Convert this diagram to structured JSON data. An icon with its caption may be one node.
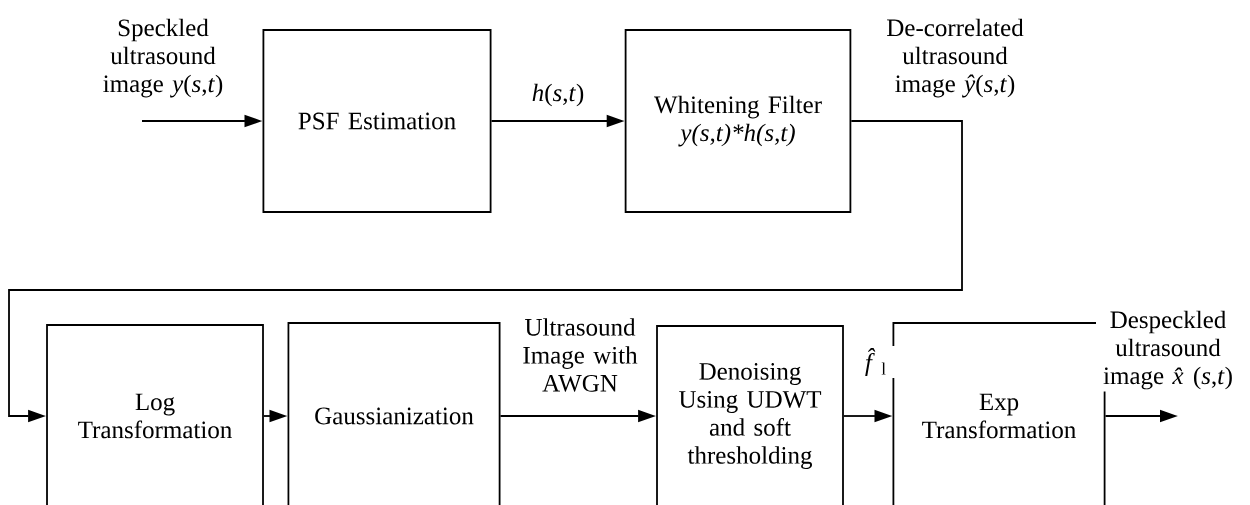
{
  "diagram": {
    "nodes": [
      {
        "text": [
          "PSF Estimation"
        ]
      },
      {
        "text": [
          "Whitening Filter",
          "y(s,t)*h(s,t)"
        ]
      },
      {
        "text": [
          "Log Transformation"
        ]
      },
      {
        "text": [
          "Gaussianization"
        ]
      },
      {
        "text": [
          "Denoising Using UDWT and soft thresholding"
        ]
      },
      {
        "text": [
          "Exp Transformation"
        ]
      }
    ],
    "edges": [
      {
        "from": null,
        "to": 0,
        "arrow": "to",
        "label": "Speckled ultrasound image *y*(*s*,*t*)"
      },
      {
        "from": 0,
        "to": 1,
        "arrow": "to",
        "label": "*h*(*s*,*t*)"
      },
      {
        "from": 1,
        "to": 2,
        "arrow": "to",
        "label": "De-correlated ultrasound image *ŷ*(*s*,*t*)"
      },
      {
        "from": 2,
        "to": 3,
        "arrow": "to"
      },
      {
        "from": 3,
        "to": 4,
        "arrow": "to",
        "label": "Ultrasound Image with AWGN"
      },
      {
        "from": 4,
        "to": 5,
        "arrow": "to",
        "label": "*f̂*$_{l}$"
      },
      {
        "from": 5,
        "to": null,
        "arrow": "to",
        "label": "Despeckled ultrasound image *x̂*(*s*,*t*)"
      }
    ]
  }
}
